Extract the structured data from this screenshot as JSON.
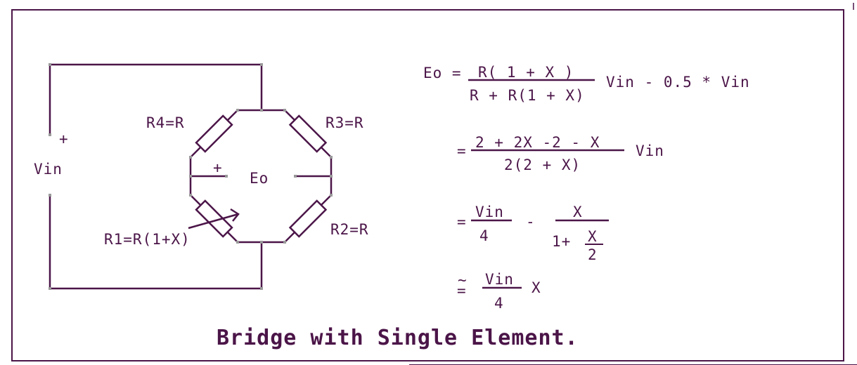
{
  "colors": {
    "ink": "#4b1548",
    "node": "#9a9a9a",
    "background": "#ffffff"
  },
  "circuit": {
    "source_label": "Vin",
    "source_plus": "+",
    "r4_label": "R4=R",
    "r3_label": "R3=R",
    "r2_label": "R2=R",
    "r1_label": "R1=R(1+X)",
    "output_label": "Eo",
    "output_plus": "+"
  },
  "equations": {
    "eq1": {
      "lhs": "Eo =",
      "num": "R( 1 + X )",
      "den": "R + R(1 + X)",
      "tail": "Vin - 0.5 * Vin"
    },
    "eq2": {
      "eq": "=",
      "num": "2 + 2X -2 - X",
      "den": "2(2 + X)",
      "tail": "Vin"
    },
    "eq3": {
      "eq": "=",
      "num1": "Vin",
      "den1": "4",
      "minus": "-",
      "num2": "X",
      "den2_pre": "1+",
      "inner_num": "X",
      "inner_den": "2"
    },
    "eq4": {
      "approx_top": "~",
      "approx_bottom": "=",
      "num": "Vin",
      "den": "4",
      "tail": "X"
    }
  },
  "title": "Bridge with Single Element."
}
